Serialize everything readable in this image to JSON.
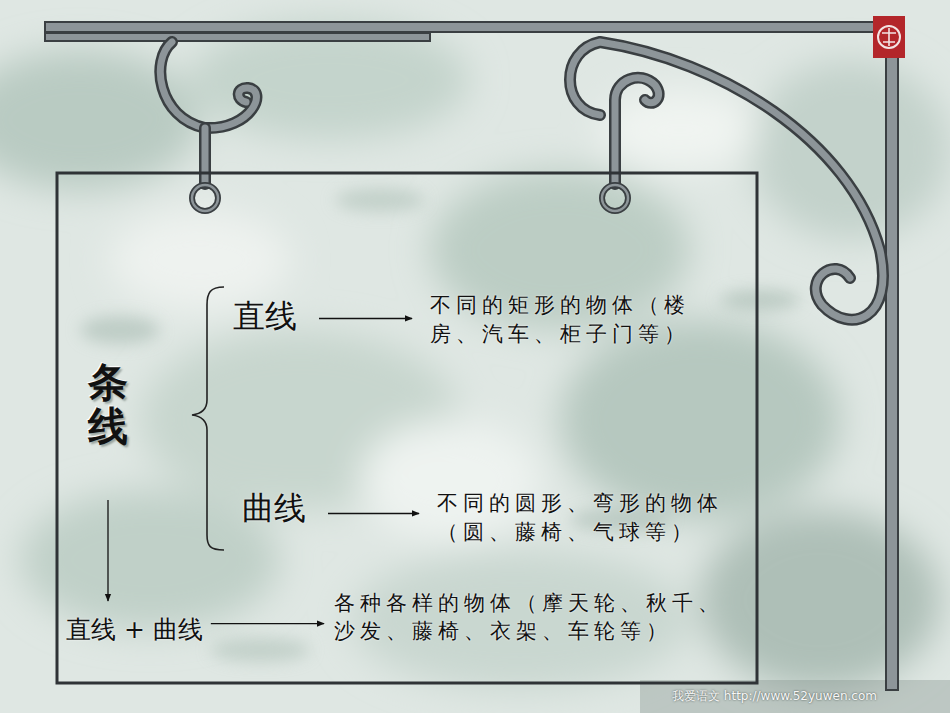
{
  "diagram": {
    "nodes": [
      {
        "text": [
          "条线"
        ]
      },
      {
        "text": [
          "直线"
        ]
      },
      {
        "text": [
          "不同的矩形的物体（楼 房、汽车、柜子门等）"
        ]
      },
      {
        "text": [
          "曲线"
        ]
      },
      {
        "text": [
          "不同的圆形、弯形的物体 （圆、藤椅、气球等）"
        ]
      },
      {
        "text": [
          "直线 + 曲线"
        ]
      },
      {
        "text": [
          "各种各样的物体（摩天轮、秋千、 沙发、藤椅、衣架、车轮等）"
        ]
      }
    ],
    "edges": [
      {
        "from": 1,
        "to": 2,
        "arrow": "to"
      },
      {
        "from": 3,
        "to": 4,
        "arrow": "to"
      },
      {
        "from": 0,
        "to": 5,
        "arrow": "to"
      },
      {
        "from": 5,
        "to": 6,
        "arrow": "to"
      }
    ],
    "labels": [
      "我爱语文 http://www.52yuwen.com"
    ]
  }
}
